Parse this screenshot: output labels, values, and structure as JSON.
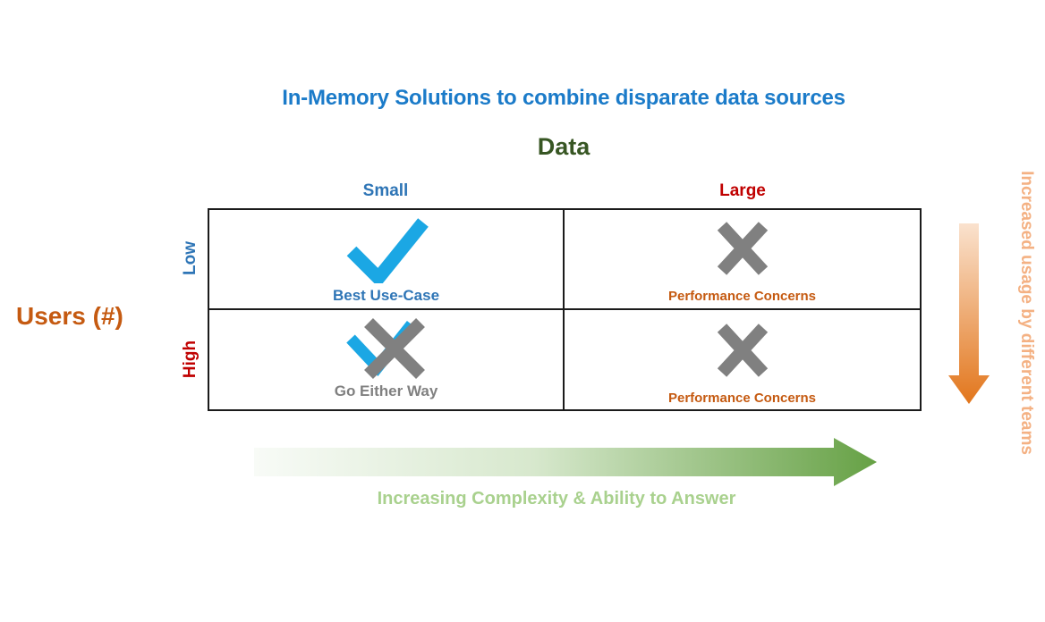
{
  "title": "In-Memory Solutions to combine disparate data sources",
  "matrix": {
    "x_axis": {
      "label": "Data",
      "categories": [
        {
          "label": "Small",
          "color": "#2e75b6"
        },
        {
          "label": "Large",
          "color": "#c00000"
        }
      ]
    },
    "y_axis": {
      "label": "Users (#)",
      "categories": [
        {
          "label": "Low",
          "color": "#2e75b6"
        },
        {
          "label": "High",
          "color": "#c00000"
        }
      ]
    },
    "cells": [
      {
        "row": "Low",
        "col": "Small",
        "mark": "check",
        "caption": "Best Use-Case",
        "caption_color": "#2e75b6"
      },
      {
        "row": "Low",
        "col": "Large",
        "mark": "cross",
        "caption": "Performance Concerns",
        "caption_color": "#c55a11"
      },
      {
        "row": "High",
        "col": "Small",
        "mark": "check-cross",
        "caption": "Go Either Way",
        "caption_color": "#808080"
      },
      {
        "row": "High",
        "col": "Large",
        "mark": "cross",
        "caption": "Performance Concerns",
        "caption_color": "#c55a11"
      }
    ]
  },
  "arrows": {
    "bottom": {
      "label": "Increasing Complexity & Ability to Answer",
      "direction": "right",
      "gradient": [
        "#f8fbf7",
        "#66a145"
      ]
    },
    "right": {
      "label": "Increased usage by different teams",
      "direction": "down",
      "gradient": [
        "#fae2ce",
        "#e2761c"
      ]
    }
  },
  "colors": {
    "title": "#1b7bc9",
    "x_axis_title": "#375623",
    "y_axis_title": "#c55a11",
    "check": "#1ba7e4",
    "cross": "#808080",
    "grid_border": "#1b1b1b",
    "bottom_label": "#a9d18e",
    "right_label": "#f4b183"
  }
}
